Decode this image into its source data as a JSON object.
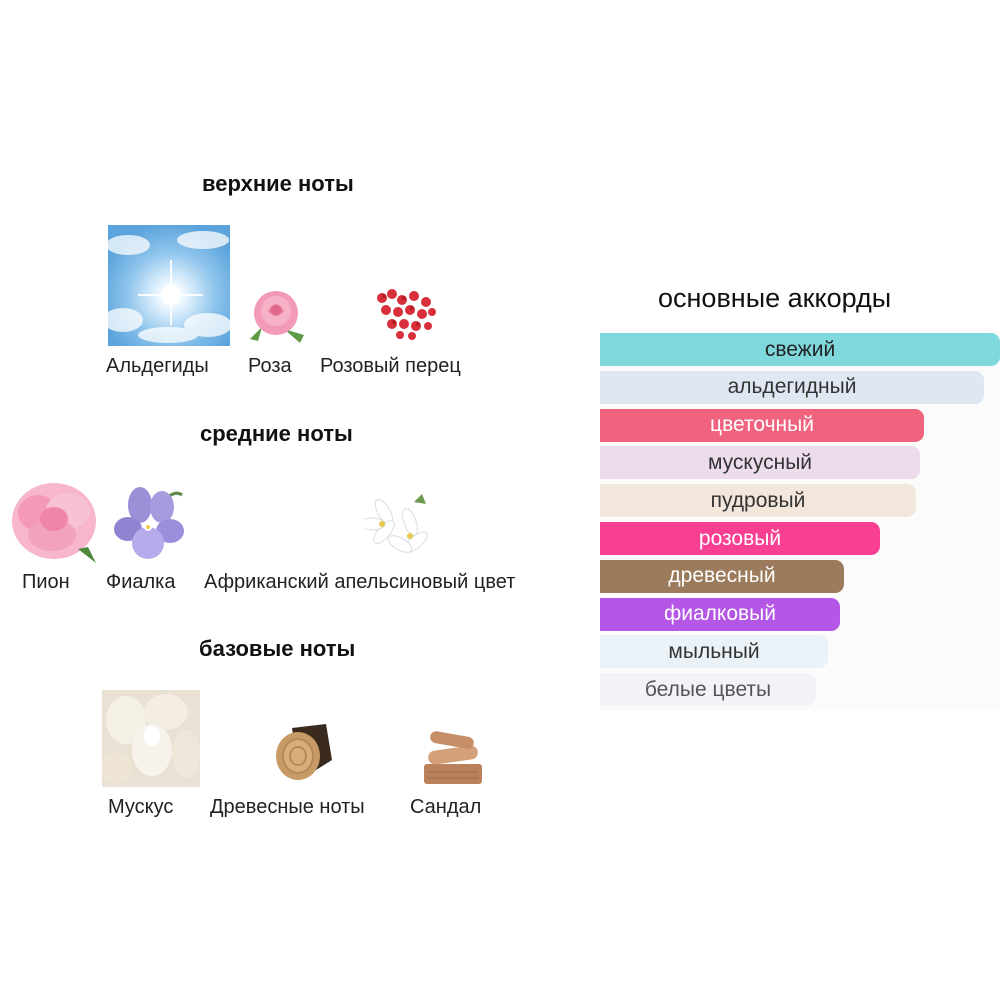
{
  "top_notes": {
    "title": "верхние ноты",
    "items": [
      {
        "label": "Альдегиды",
        "icon": "sky-icon"
      },
      {
        "label": "Роза",
        "icon": "rose-icon"
      },
      {
        "label": "Розовый перец",
        "icon": "pink-pepper-icon"
      }
    ]
  },
  "middle_notes": {
    "title": "средние ноты",
    "items": [
      {
        "label": "Пион",
        "icon": "peony-icon"
      },
      {
        "label": "Фиалка",
        "icon": "violet-icon"
      },
      {
        "label": "Африканский апельсиновый цвет",
        "icon": "orange-blossom-icon"
      }
    ]
  },
  "base_notes": {
    "title": "базовые ноты",
    "items": [
      {
        "label": "Мускус",
        "icon": "musk-icon"
      },
      {
        "label": "Древесные ноты",
        "icon": "wood-icon"
      },
      {
        "label": "Сандал",
        "icon": "sandalwood-icon"
      }
    ]
  },
  "main_accords": {
    "title": "основные аккорды",
    "items": [
      {
        "label": "свежий",
        "strength": 1.0,
        "color": "#7fd8dc",
        "text_color": "#222222"
      },
      {
        "label": "альдегидный",
        "strength": 0.96,
        "color": "#dfe7f2",
        "text_color": "#333333"
      },
      {
        "label": "цветочный",
        "strength": 0.81,
        "color": "#f0637e",
        "text_color": "#ffffff"
      },
      {
        "label": "мускусный",
        "strength": 0.8,
        "color": "#ecdcec",
        "text_color": "#333333"
      },
      {
        "label": "пудровый",
        "strength": 0.79,
        "color": "#f3e6da",
        "text_color": "#333333"
      },
      {
        "label": "розовый",
        "strength": 0.7,
        "color": "#f83f92",
        "text_color": "#ffffff"
      },
      {
        "label": "древесный",
        "strength": 0.61,
        "color": "#9b7b5b",
        "text_color": "#ffffff"
      },
      {
        "label": "фиалковый",
        "strength": 0.6,
        "color": "#b557e6",
        "text_color": "#ffffff"
      },
      {
        "label": "мыльный",
        "strength": 0.57,
        "color": "#eaf2f8",
        "text_color": "#333333"
      },
      {
        "label": "белые цветы",
        "strength": 0.54,
        "color": "#f1f3f8",
        "text_color": "#555555"
      }
    ]
  }
}
